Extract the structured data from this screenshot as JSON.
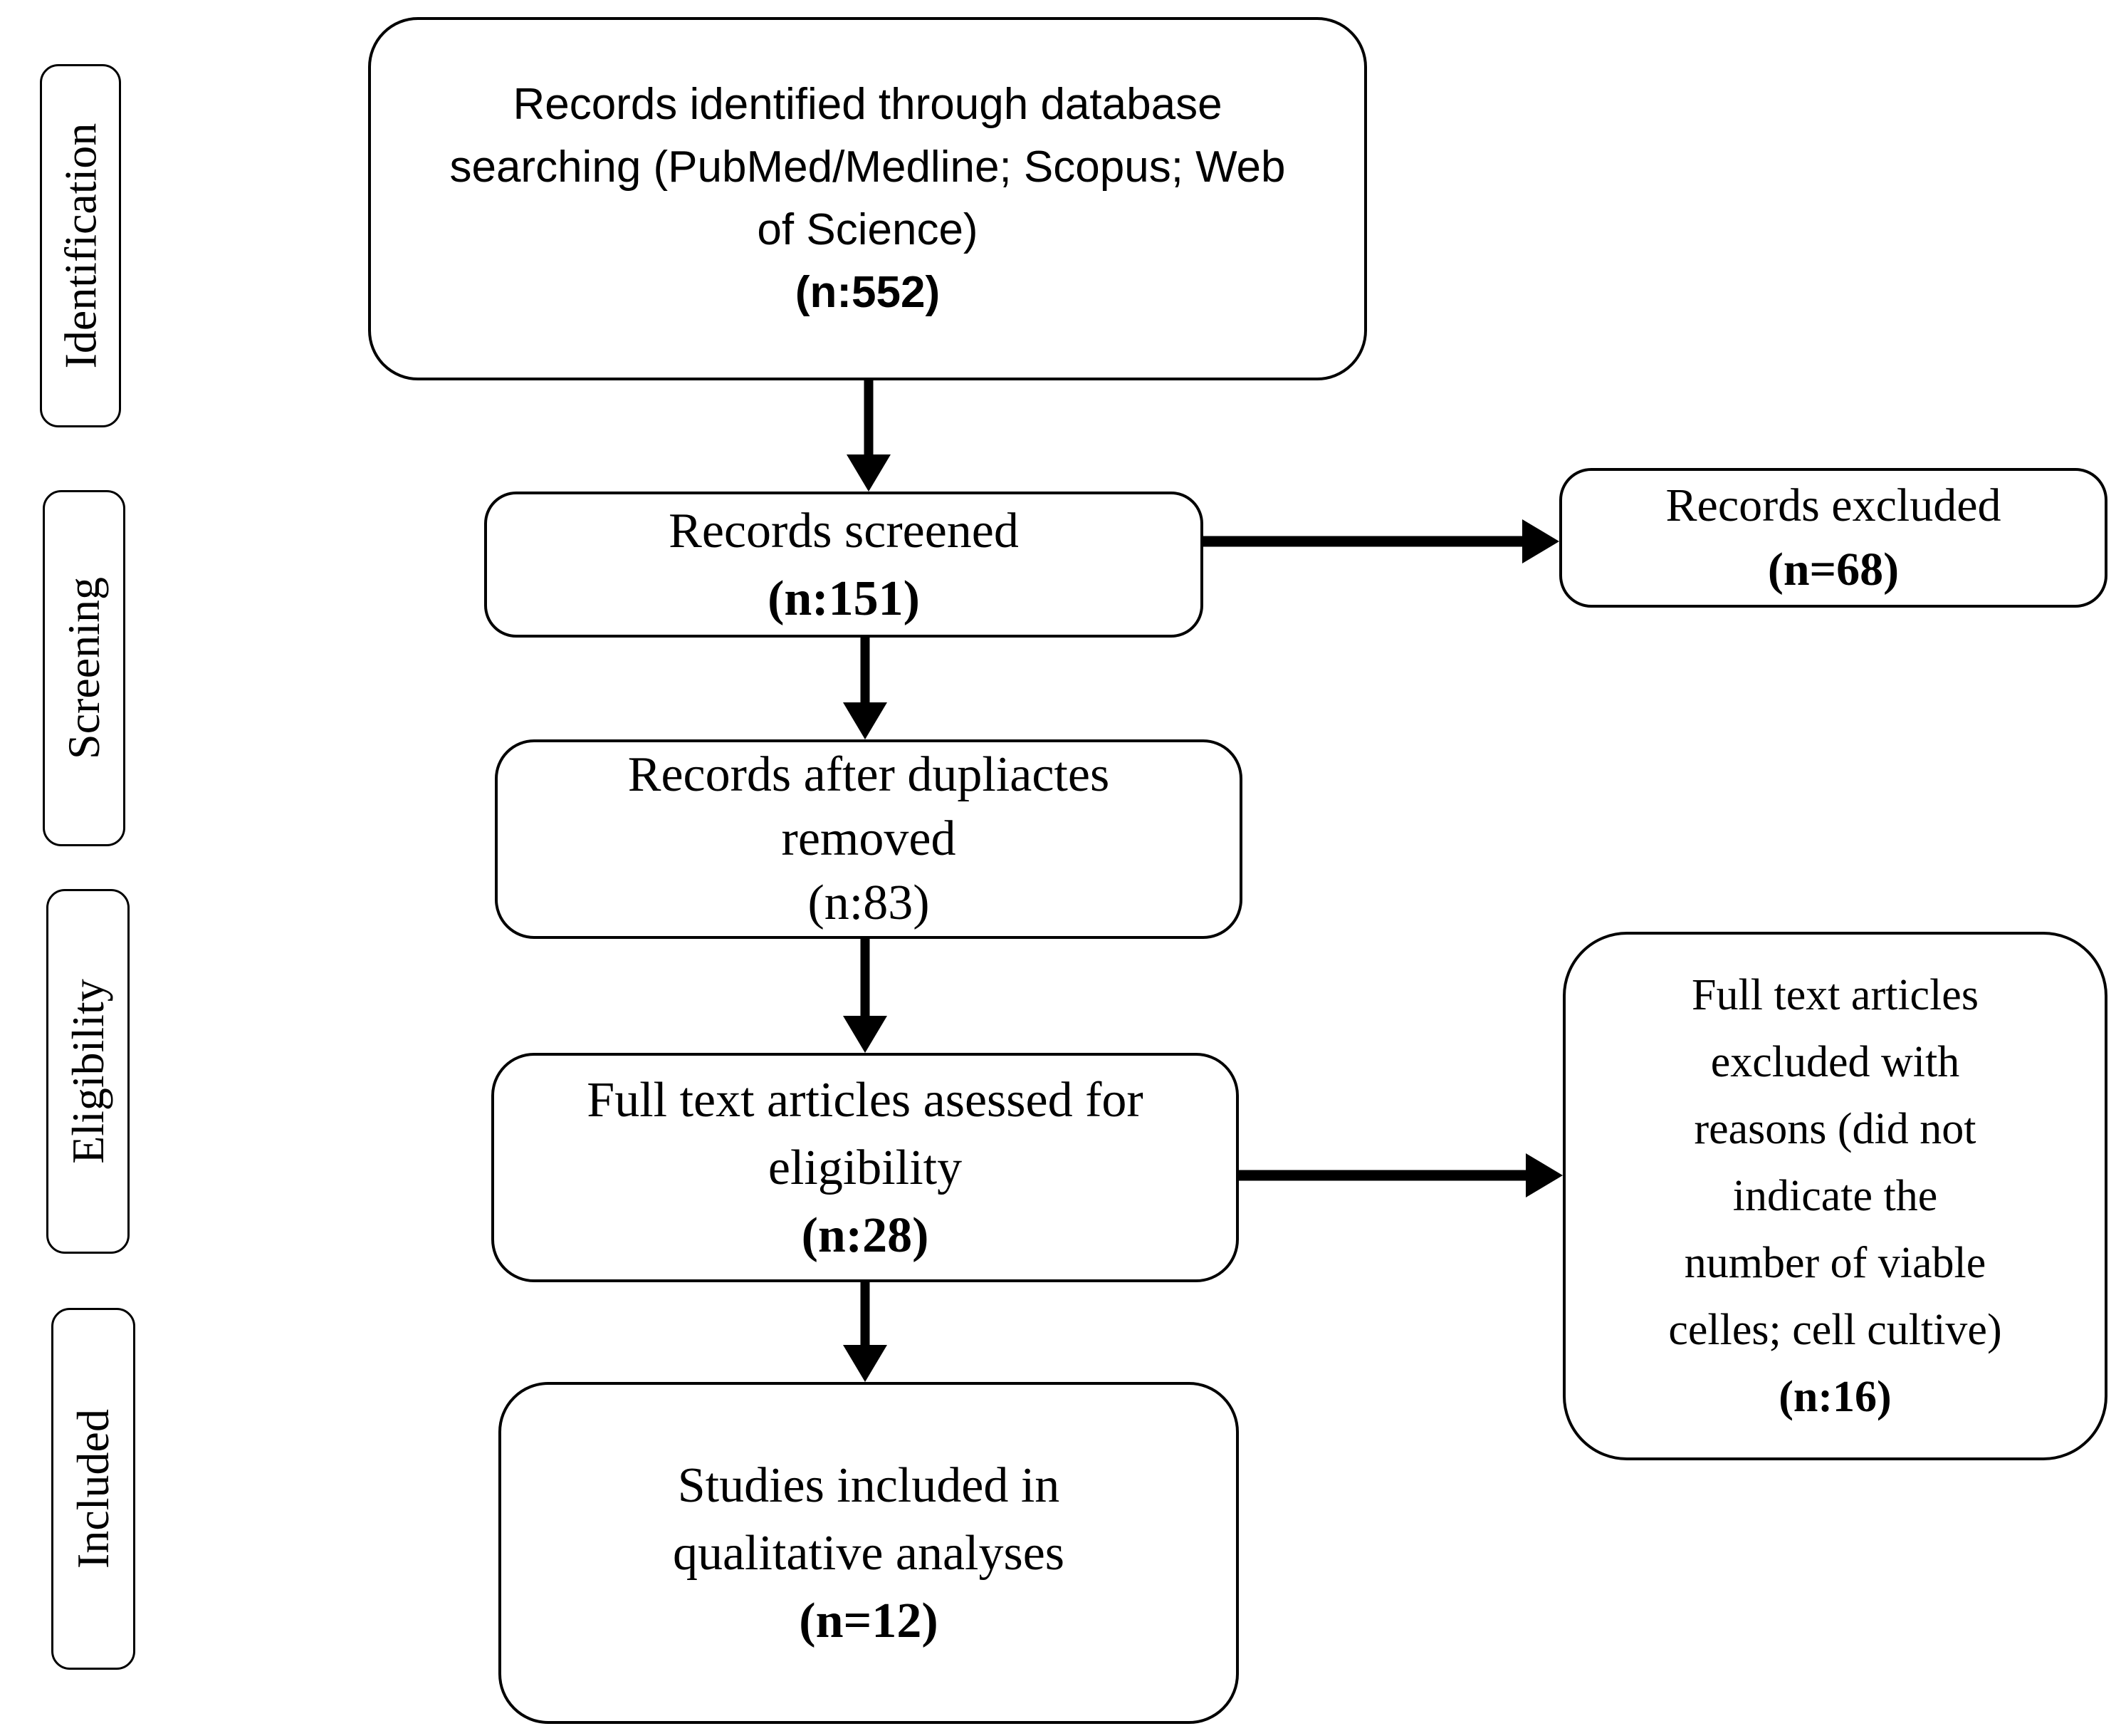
{
  "colors": {
    "ink": "#000000",
    "background": "#ffffff"
  },
  "stages": [
    {
      "label": "Identification"
    },
    {
      "label": "Screening"
    },
    {
      "label": "Eligibility"
    },
    {
      "label": "Included"
    }
  ],
  "boxes": {
    "identified": {
      "lines": [
        "Records identified through database",
        "searching (PubMed/Medline; Scopus; Web",
        "of Science)"
      ],
      "count": "(n:552)"
    },
    "screened": {
      "lines": [
        "Records screened"
      ],
      "count": "(n:151)"
    },
    "excluded": {
      "lines": [
        "Records excluded"
      ],
      "count": "(n=68)"
    },
    "duplicates": {
      "lines": [
        "Records after dupliactes",
        "removed"
      ],
      "count": "(n:83)"
    },
    "fulltext": {
      "lines": [
        "Full text articles asessed for",
        "eligibility"
      ],
      "count": "(n:28)"
    },
    "fulltext_excluded": {
      "lines": [
        "Full text articles",
        "excluded with",
        "reasons (did not",
        "indicate the",
        "number of viable",
        "celles; cell cultive)"
      ],
      "count": "(n:16)"
    },
    "studies": {
      "lines": [
        "Studies included in",
        "qualitative analyses"
      ],
      "count": "(n=12)"
    }
  }
}
